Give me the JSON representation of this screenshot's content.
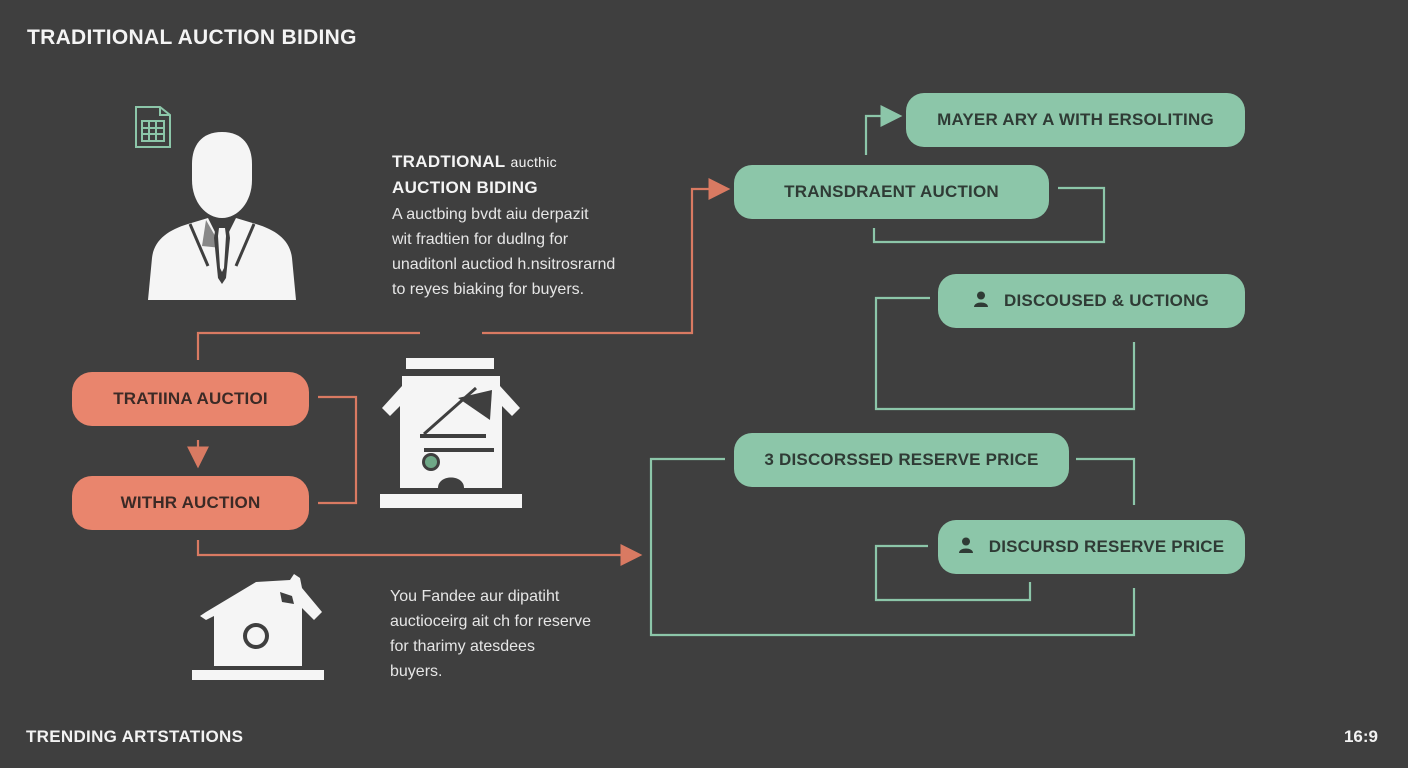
{
  "title": "TRADITIONAL AUCTION BIDING",
  "footer": {
    "left": "TRENDING ARTSTATIONS",
    "right": "16:9"
  },
  "intro": {
    "heading_line1_bold": "TRADTIONAL",
    "heading_line1_small": "aucthic",
    "heading_line2": "AUCTION BIDING",
    "lines": [
      "A auctbing bvdt aiu derpazit",
      "wit fradtien for dudlng for",
      "unaditonl auctiod h.nsitrosrarnd",
      "to reyes biaking for buyers."
    ]
  },
  "note": {
    "lines": [
      "You Fandee aur dipatiht",
      "auctioceirg ait ch for reserve",
      "for tharimy atesdees",
      "buyers."
    ]
  },
  "left_steps": [
    {
      "label": "TRATIINA AUCTIOI"
    },
    {
      "label": "WITHR AUCTION"
    }
  ],
  "right_steps": [
    {
      "label": "MAYER ARY A WITH ERSOLITING",
      "icon": null
    },
    {
      "label": "TRANSDRAENT AUCTION",
      "icon": null
    },
    {
      "label": "DISCOUSED & UCTIONG",
      "icon": "person-icon"
    },
    {
      "label": "3 DISCORSSED RESERVE PRICE",
      "icon": null
    },
    {
      "label": "DISCURSD RESERVE PRICE",
      "icon": "person-icon"
    }
  ],
  "colors": {
    "background": "#3f3f3f",
    "orange": "#e9856d",
    "green": "#8cc6a9",
    "orange_line": "#d97a62",
    "green_line": "#8cc6a9",
    "icon": "#f5f5f5"
  }
}
